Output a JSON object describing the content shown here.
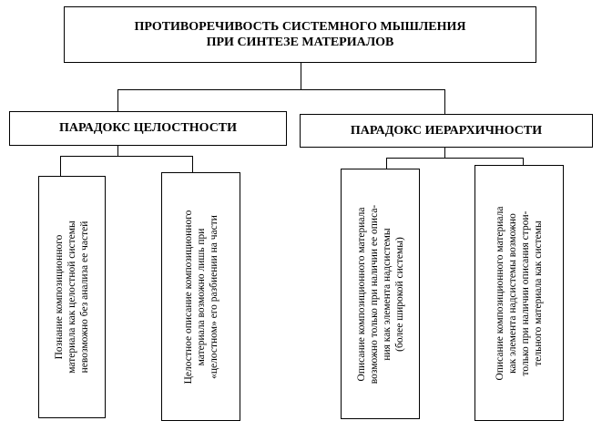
{
  "title": {
    "line1": "ПРОТИВОРЕЧИВОСТЬ СИСТЕМНОГО МЫШЛЕНИЯ",
    "line2": "ПРИ СИНТЕЗЕ МАТЕРИАЛОВ"
  },
  "branches": {
    "left": "ПАРАДОКС ЦЕЛОСТНОСТИ",
    "right": "ПАРАДОКС ИЕРАРХИЧНОСТИ"
  },
  "leaves": {
    "l1": [
      "Познание композиционного",
      "материала как целостной системы",
      "невозможно без анализа ее частей"
    ],
    "l2": [
      "Целостное описание композиционного",
      "материала возможно лишь при",
      "«целостном» его разбиении на части"
    ],
    "l3": [
      "Описание композиционного материала",
      "возможно только при наличии ее описа-",
      "ния как элемента надсистемы",
      "(более широкой системы)"
    ],
    "l4": [
      "Описание композиционного материала",
      "как элемента надсистемы возможно",
      "только при наличии  описания строи-",
      "тельного материала как системы"
    ]
  }
}
